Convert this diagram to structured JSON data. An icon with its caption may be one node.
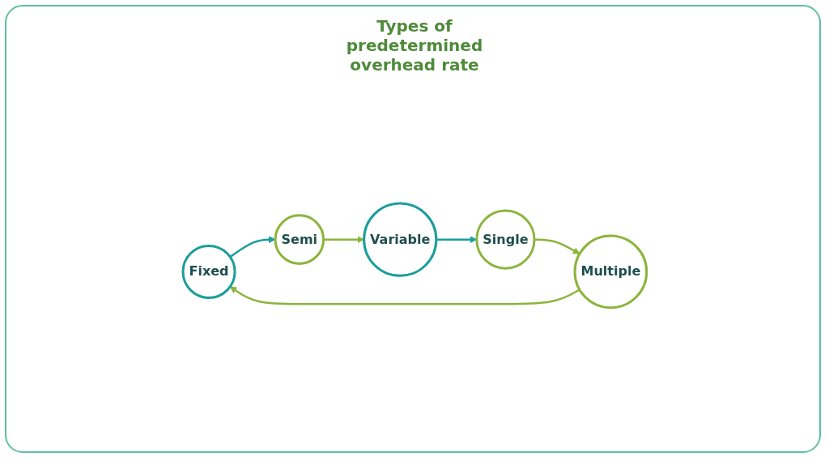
{
  "diagram": {
    "nodes": [
      {
        "text": [
          "Fixed"
        ]
      },
      {
        "text": [
          "Semi"
        ]
      },
      {
        "text": [
          "Variable"
        ]
      },
      {
        "text": [
          "Single"
        ]
      },
      {
        "text": [
          "Multiple"
        ]
      }
    ],
    "edges": [
      {
        "from": 0,
        "to": 1,
        "arrow": "to",
        "color": "#1a9e9a"
      },
      {
        "from": 1,
        "to": 2,
        "arrow": "to"
      },
      {
        "from": 2,
        "to": 3,
        "arrow": "to",
        "color": "#1a9e9a"
      },
      {
        "from": 3,
        "to": 4,
        "arrow": "to"
      },
      {
        "from": 4,
        "to": 0,
        "arrow": "to"
      }
    ],
    "labels": [
      "Types of predetermined overhead rate"
    ]
  }
}
